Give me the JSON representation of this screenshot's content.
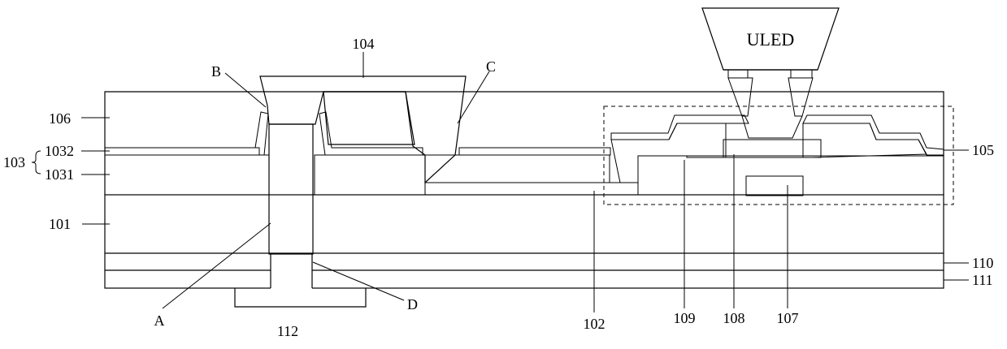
{
  "labels": {
    "uled": "ULED",
    "l104": "104",
    "lB": "B",
    "lC": "C",
    "l106": "106",
    "l103": "103",
    "l1032": "1032",
    "l1031": "1031",
    "l101": "101",
    "l105": "105",
    "l110": "110",
    "l111": "111",
    "lA": "A",
    "lD": "D",
    "l112": "112",
    "l102": "102",
    "l109": "109",
    "l108": "108",
    "l107": "107"
  }
}
